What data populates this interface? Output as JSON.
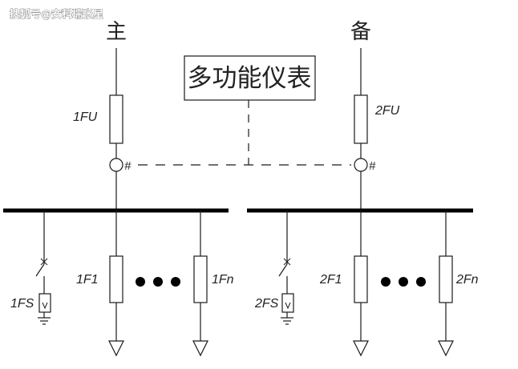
{
  "watermark": "搜狐号@安科瑞张星",
  "sources": {
    "main": {
      "label": "主"
    },
    "backup": {
      "label": "备"
    }
  },
  "meter": {
    "label": "多功能仪表"
  },
  "ct_mark": "#",
  "main_side": {
    "incoming_fuse": "1FU",
    "feeder_fuse_first": "1F1",
    "feeder_fuse_last": "1Fn",
    "spd": "1FS"
  },
  "backup_side": {
    "incoming_fuse": "2FU",
    "feeder_fuse_first": "2F1",
    "feeder_fuse_last": "2Fn",
    "spd": "2FS"
  }
}
